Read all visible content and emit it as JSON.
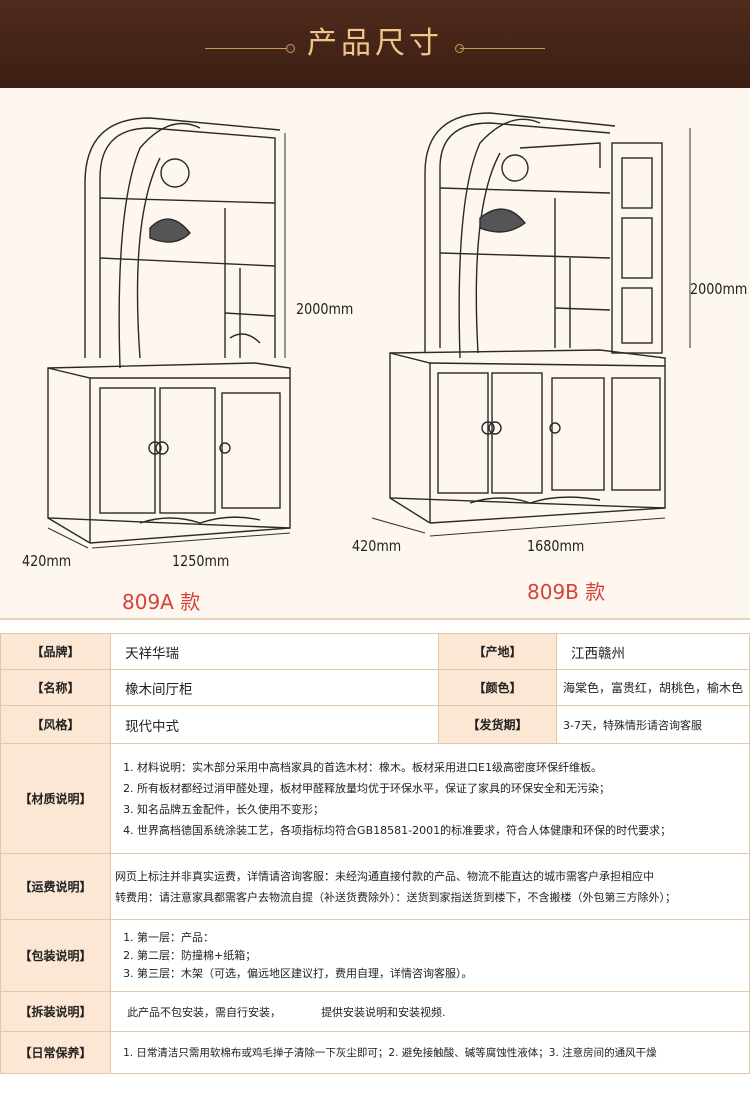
{
  "header": {
    "title": "产品尺寸"
  },
  "sketch": {
    "cabinet_a": {
      "height": "2000mm",
      "depth": "420mm",
      "width": "1250mm",
      "model": "809A 款"
    },
    "cabinet_b": {
      "height": "2000mm",
      "depth": "420mm",
      "width": "1680mm",
      "model": "809B 款"
    }
  },
  "specs": {
    "brand_label": "【品牌】",
    "brand_value": "天祥华瑞",
    "origin_label": "【产地】",
    "origin_value": "江西赣州",
    "name_label": "【名称】",
    "name_value": "橡木间厅柜",
    "color_label": "【颜色】",
    "color_value": "海棠色，富贵红，胡桃色，榆木色",
    "style_label": "【风格】",
    "style_value": "现代中式",
    "shipping_time_label": "【发货期】",
    "shipping_time_value": "3-7天，特殊情形请咨询客服",
    "material_label": "【材质说明】",
    "material_lines": [
      "1. 材料说明：实木部分采用中高档家具的首选木材：橡木。板材采用进口E1级高密度环保纤维板。",
      "2. 所有板材都经过消甲醛处理，板材甲醛释放量均优于环保水平，保证了家具的环保安全和无污染；",
      "3. 知名品牌五金配件，长久使用不变形；",
      "4. 世界高档德国系统涂装工艺，各项指标均符合GB18581-2001的标准要求，符合人体健康和环保的时代要求；"
    ],
    "freight_label": "【运费说明】",
    "freight_lines": [
      "网页上标注并非真实运费，详情请咨询客服：未经沟通直接付款的产品、物流不能直达的城市需客户承担相应中",
      "转费用：请注意家具都需客户去物流自提（补送货费除外）：送货到家指送货到楼下，不含搬楼（外包第三方除外）；"
    ],
    "package_label": "【包装说明】",
    "package_lines": [
      "1. 第一层：产品：",
      "2. 第二层：防撞棉+纸箱；",
      "3. 第三层：木架（可选，偏远地区建议打，费用自理，详情咨询客服）。"
    ],
    "install_label": "【拆装说明】",
    "install_part1": "此产品不包安装，需自行安装，",
    "install_part2": "提供安装说明和安装视频.",
    "care_label": "【日常保养】",
    "care_value": "1. 日常清洁只需用软棉布或鸡毛掸子清除一下灰尘即可；2. 避免接触酸、碱等腐蚀性液体；3. 注意房间的通风干燥"
  }
}
